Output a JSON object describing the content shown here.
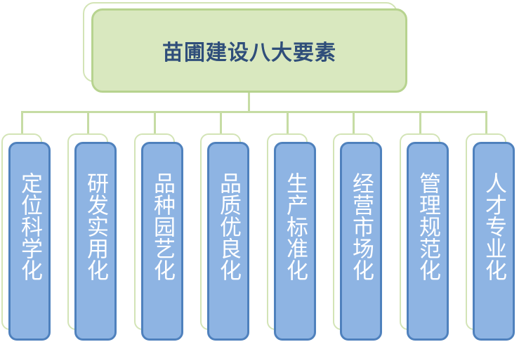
{
  "title": "苗圃建设八大要素",
  "items": [
    {
      "label": "定位科学化"
    },
    {
      "label": "研发实用化"
    },
    {
      "label": "品种园艺化"
    },
    {
      "label": "品质优良化"
    },
    {
      "label": "生产标准化"
    },
    {
      "label": "经营市场化"
    },
    {
      "label": "管理规范化"
    },
    {
      "label": "人才专业化"
    }
  ],
  "colors": {
    "title_fill": "#d9e8bf",
    "title_border": "#b7d38f",
    "title_text": "#2f4e7a",
    "connector": "#c6dca4",
    "card_fill": "#8eb4e3",
    "card_border": "#4f81bd",
    "card_text": "#ffffff"
  }
}
